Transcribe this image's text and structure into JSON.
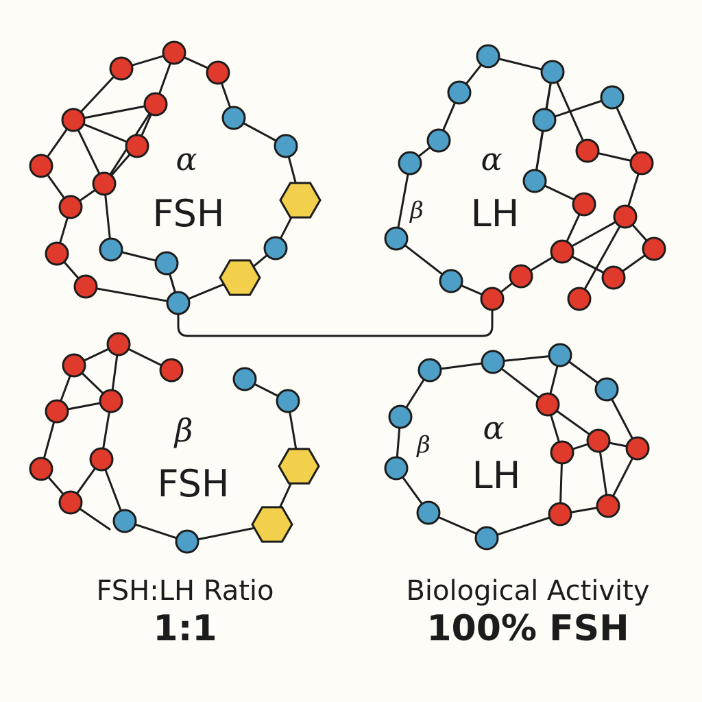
{
  "colors": {
    "alpha_residue": "#e03a2c",
    "beta_residue": "#4d9fc8",
    "glycan": "#f2d04c",
    "bond": "#1c1c1c",
    "background": "#fdfcf7"
  },
  "panels": [
    {
      "id": "top-left",
      "greek": "α",
      "hormone": "FSH"
    },
    {
      "id": "top-right",
      "greek": "α",
      "greek_side": "β",
      "hormone": "LH"
    },
    {
      "id": "bottom-left",
      "greek": "β",
      "hormone": "FSH"
    },
    {
      "id": "bottom-right",
      "greek": "α",
      "greek_side": "β",
      "hormone": "LH"
    }
  ],
  "captions": {
    "ratio_label": "FSH:LH Ratio",
    "ratio_value": "1:1",
    "activity_label": "Biological Activity",
    "activity_value": "100% FSH"
  }
}
